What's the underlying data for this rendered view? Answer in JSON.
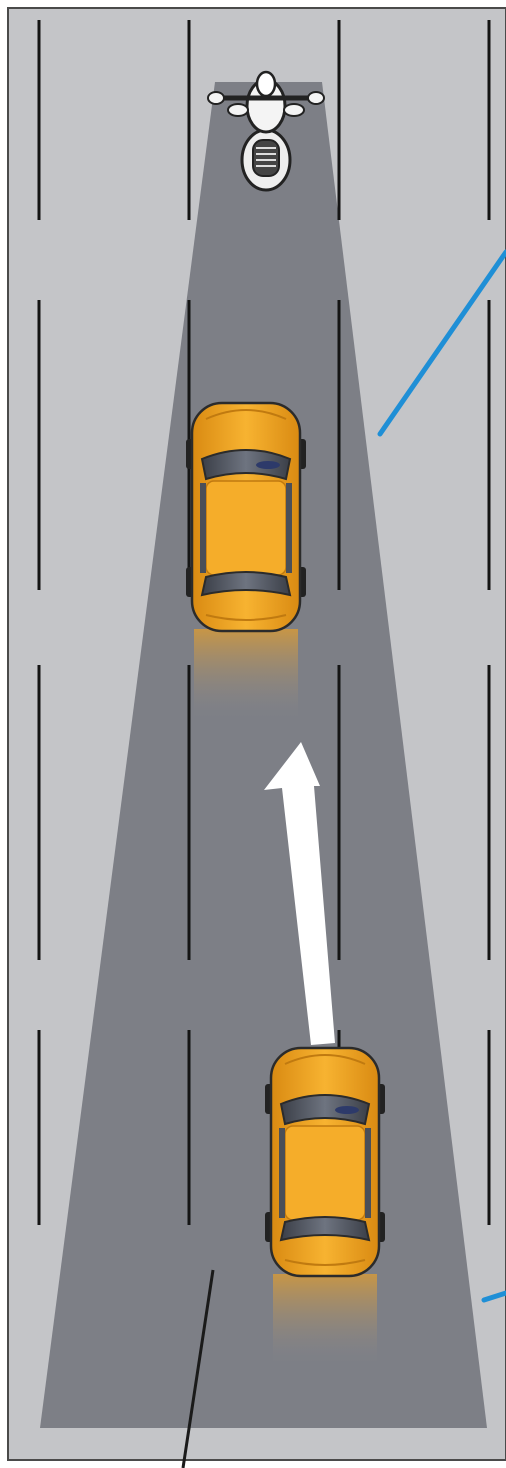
{
  "scene": {
    "road_color": "#c4c5c8",
    "beam_color": "#7d7f86",
    "lane_marking_color": "#141414",
    "border_color": "#4a4a4a",
    "car_color": "#f2a21c",
    "car_outline": "#2b2b2b",
    "pointer_blue": "#1f8fd6",
    "pointer_dark": "#1a1a1a",
    "arrow_color": "#ffffff"
  },
  "vehicles": [
    {
      "kind": "motorcycle",
      "icon": "motorcycle-icon"
    },
    {
      "kind": "car",
      "icon": "car-icon",
      "role": "lead"
    },
    {
      "kind": "car",
      "icon": "car-icon",
      "role": "trailing"
    }
  ],
  "movement_arrow": {
    "icon": "arrow-up-icon"
  },
  "callout_lines": [
    {
      "color": "blue"
    },
    {
      "color": "blue"
    },
    {
      "color": "dark"
    }
  ]
}
